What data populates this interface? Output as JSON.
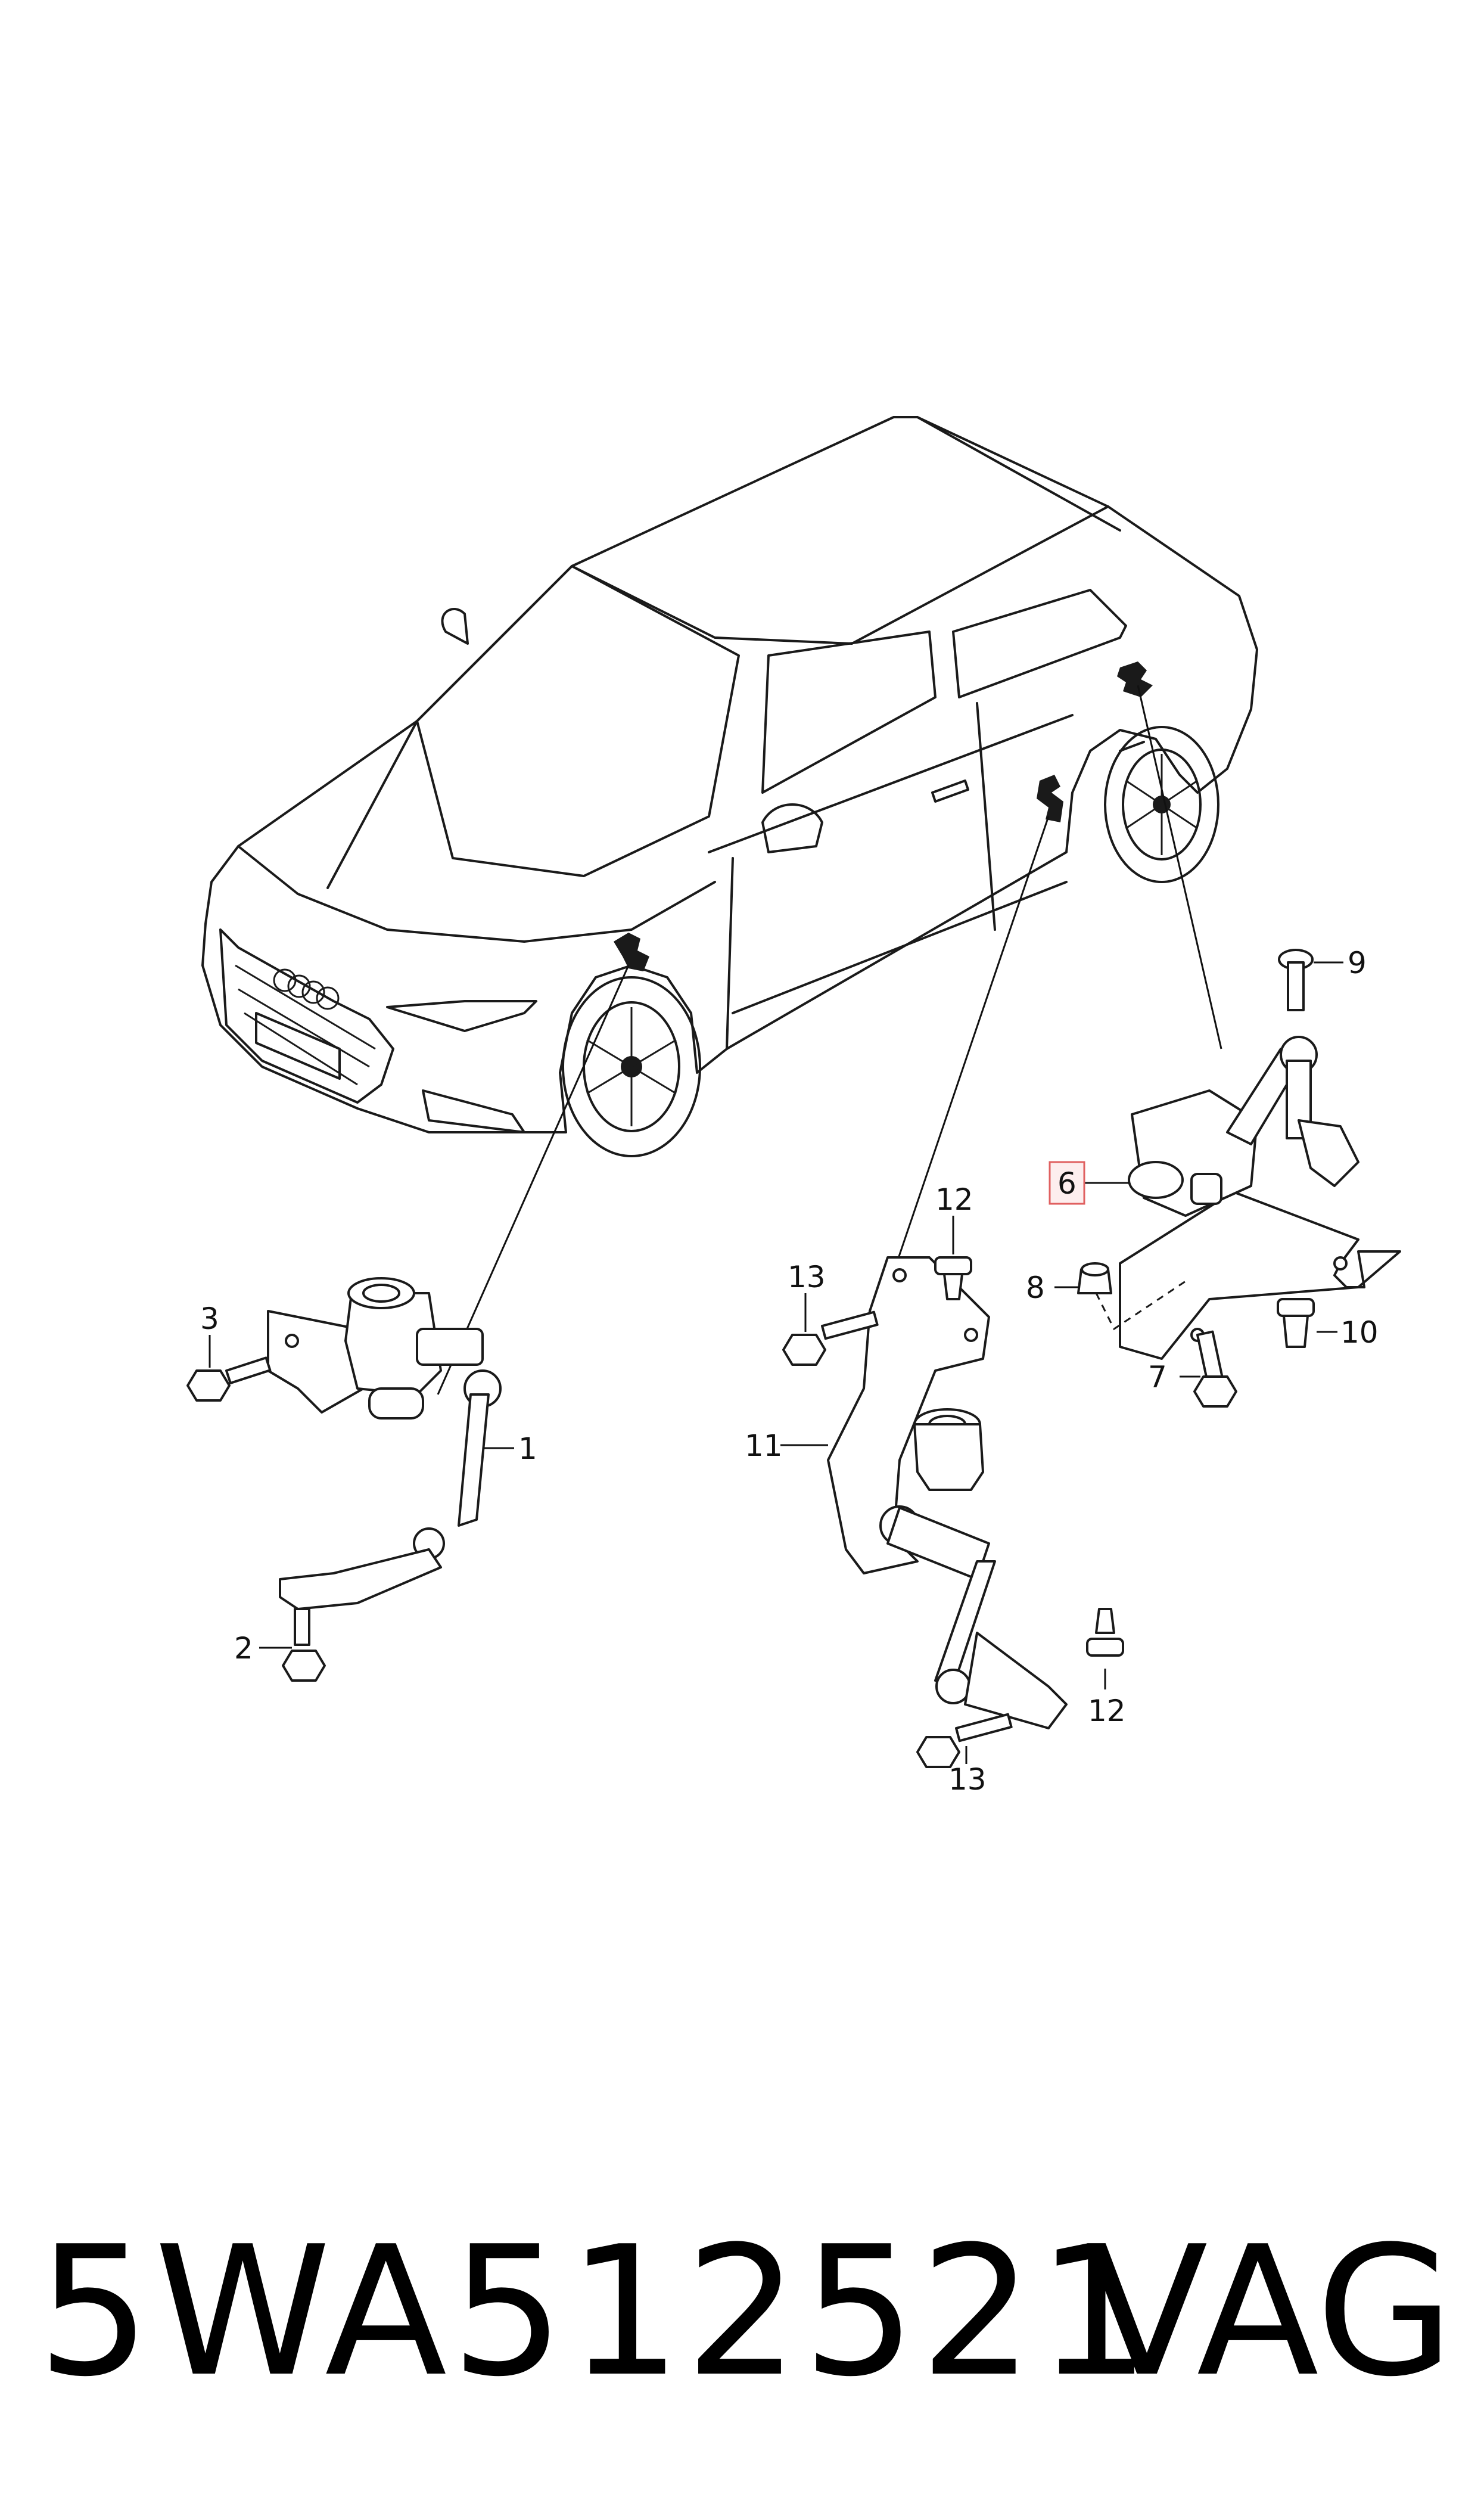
{
  "callouts": [
    {
      "id": "1",
      "label": "1"
    },
    {
      "id": "2",
      "label": "2"
    },
    {
      "id": "3",
      "label": "3"
    },
    {
      "id": "6",
      "label": "6",
      "highlighted": true
    },
    {
      "id": "7",
      "label": "7"
    },
    {
      "id": "8",
      "label": "8"
    },
    {
      "id": "9",
      "label": "9"
    },
    {
      "id": "10",
      "label": "10"
    },
    {
      "id": "11",
      "label": "11"
    },
    {
      "id": "12a",
      "label": "12"
    },
    {
      "id": "12b",
      "label": "12"
    },
    {
      "id": "13a",
      "label": "13"
    },
    {
      "id": "13b",
      "label": "13"
    }
  ],
  "footer": {
    "part_number": "5WA512521",
    "brand": "VAG"
  },
  "colors": {
    "line": "#1a1a1a",
    "highlight_fill": "#fdeeee",
    "highlight_stroke": "#e06060"
  }
}
